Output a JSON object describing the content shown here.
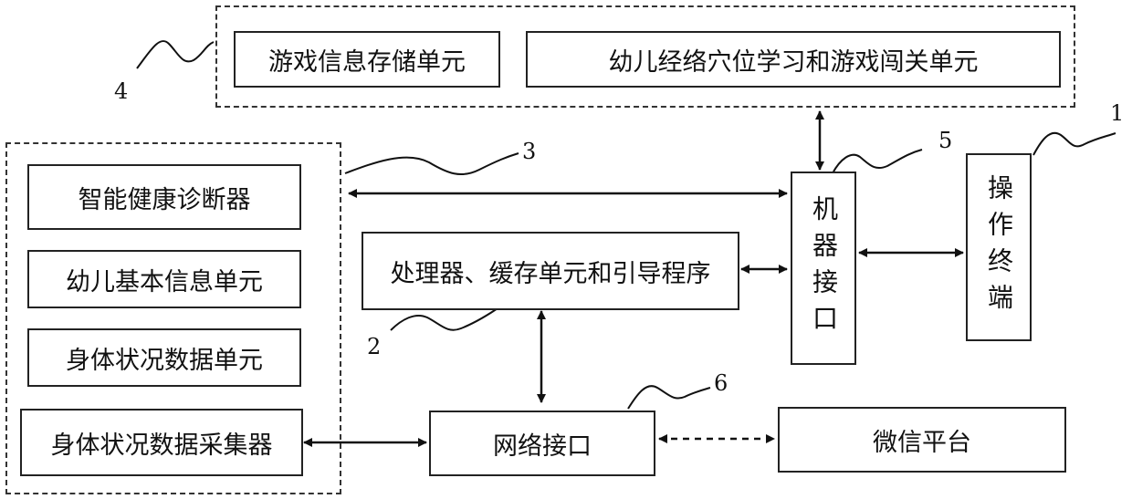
{
  "boxes": {
    "game_info_storage": "游戏信息存储单元",
    "child_meridian_learning": "幼儿经络穴位学习和游戏闯关单元",
    "smart_health_diagnoser": "智能健康诊断器",
    "child_basic_info": "幼儿基本信息单元",
    "body_status_data_unit": "身体状况数据单元",
    "body_status_collector": "身体状况数据采集器",
    "processor": "处理器、缓存单元和引导程序",
    "machine_interface": "机器接口",
    "operation_terminal": "操作终端",
    "network_interface": "网络接口",
    "wechat_platform": "微信平台"
  },
  "labels": {
    "n1": "1",
    "n2": "2",
    "n3": "3",
    "n4": "4",
    "n5": "5",
    "n6": "6"
  }
}
